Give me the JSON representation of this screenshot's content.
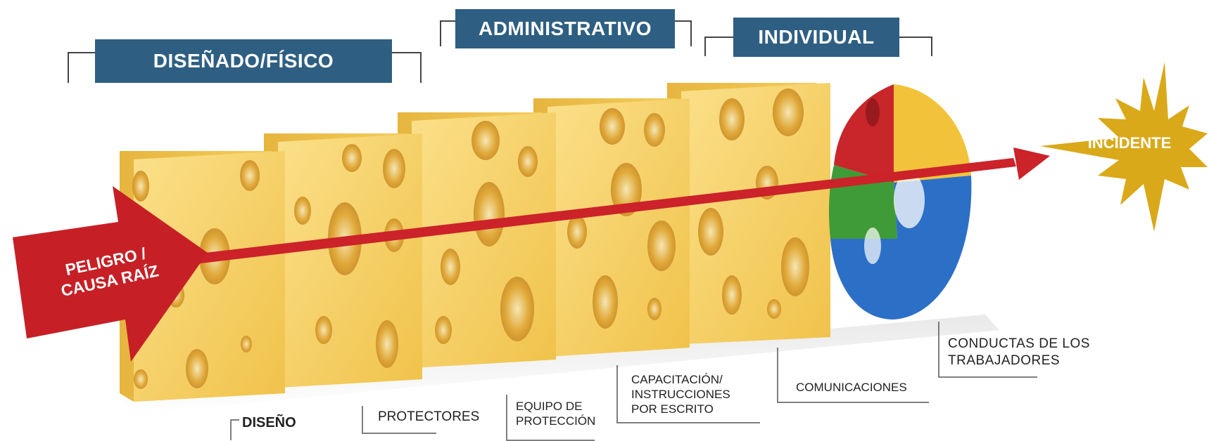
{
  "categories": {
    "design_physical": "DISEÑADO/FÍSICO",
    "administrative": "ADMINISTRATIVO",
    "individual": "INDIVIDUAL"
  },
  "hazard": "PELIGRO / CAUSA RAÍZ",
  "incident": "INCIDENTE",
  "layers": {
    "design": "DISEÑO",
    "guards": "PROTECTORES",
    "ppe": "EQUIPO DE PROTECCIÓN",
    "training": "CAPACITACIÓN/ INSTRUCCIONES POR ESCRITO",
    "communications": "COMUNICACIONES",
    "worker_behavior": "CONDUCTAS  DE LOS TRABAJADORES"
  },
  "colors": {
    "header_blue": "#2e5f82",
    "cheese": "#f5cf5e",
    "hazard_red": "#cc2229",
    "incident_gold": "#d9a919",
    "puzzle_red": "#c8262b",
    "puzzle_yellow": "#f2c33a",
    "puzzle_green": "#3f9b37",
    "puzzle_blue": "#2c6fc7"
  }
}
